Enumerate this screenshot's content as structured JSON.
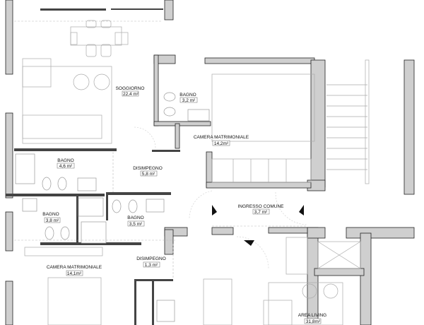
{
  "plan": {
    "rooms": [
      {
        "name": "SOGGIORNO",
        "area": "22,4 m²"
      },
      {
        "name": "BAGNO",
        "area": "3,2 m²"
      },
      {
        "name": "CAMERA MATRIMONIALE",
        "area": "14,2m²"
      },
      {
        "name": "BAGNO",
        "area": "4,6 m²"
      },
      {
        "name": "DISIMPEGNO",
        "area": "5,8 m²"
      },
      {
        "name": "BAGNO",
        "area": "3,8 m²"
      },
      {
        "name": "BAGNO",
        "area": "3,5 m²"
      },
      {
        "name": "INGRESSO COMUNE",
        "area": "3,7 m²"
      },
      {
        "name": "DISIMPEGNO",
        "area": "1,3 m²"
      },
      {
        "name": "CAMERA MATRIMONIALE",
        "area": "14,1m²"
      },
      {
        "name": "AREA LIVING",
        "area": "31,8m²"
      }
    ]
  },
  "colors": {
    "wall_fill": "#cfcfcf",
    "wall_stroke": "#222222"
  }
}
